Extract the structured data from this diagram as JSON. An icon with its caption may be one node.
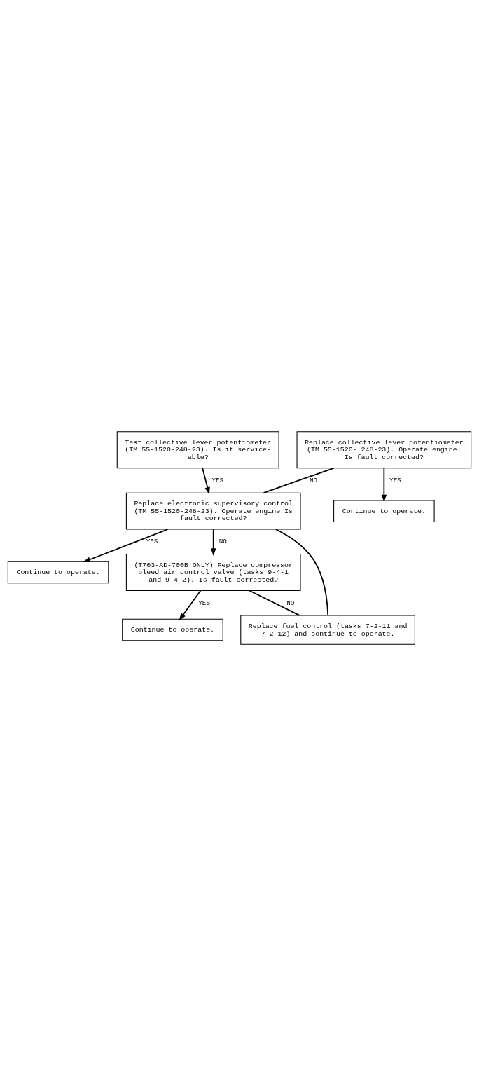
{
  "diagram": {
    "nodes": [
      {
        "text": [
          "Test collective lever potentiometer (TM 55-1520-248-23). Is it service- able?"
        ]
      },
      {
        "text": [
          "Replace collective lever potentiometer (TM 55-1520- 248-23). Operate engine. Is fault corrected?"
        ]
      },
      {
        "text": [
          "Continue to operate."
        ]
      },
      {
        "text": [
          "Replace electronic supervisory control (TM 55-1520-248-23). Operate engine Is fault corrected?"
        ]
      },
      {
        "text": [
          "Continue to operate."
        ]
      },
      {
        "text": [
          "(T703-AD-700B ONLY) Replace compressor bleed air control valve (tasks 9-4-1 and 9-4-2). Is fault corrected?"
        ]
      },
      {
        "text": [
          "Continue to operate."
        ]
      },
      {
        "text": [
          "Replace fuel control (tasks 7-2-11 and 7-2-12) and continue to operate."
        ]
      }
    ],
    "edges": [
      {
        "from": 0,
        "to": 3,
        "arrow": "to",
        "label": "YES"
      },
      {
        "from": 1,
        "to": 2,
        "arrow": "to",
        "label": "YES"
      },
      {
        "from": 1,
        "to": 3,
        "arrow": "none",
        "label": "NO"
      },
      {
        "from": 3,
        "to": 4,
        "arrow": "to",
        "label": "YES"
      },
      {
        "from": 3,
        "to": 5,
        "arrow": "to",
        "label": "NO"
      },
      {
        "from": 3,
        "to": 7,
        "arrow": "none"
      },
      {
        "from": 5,
        "to": 6,
        "arrow": "to",
        "label": "YES"
      },
      {
        "from": 5,
        "to": 7,
        "arrow": "none",
        "label": "NO"
      }
    ]
  }
}
